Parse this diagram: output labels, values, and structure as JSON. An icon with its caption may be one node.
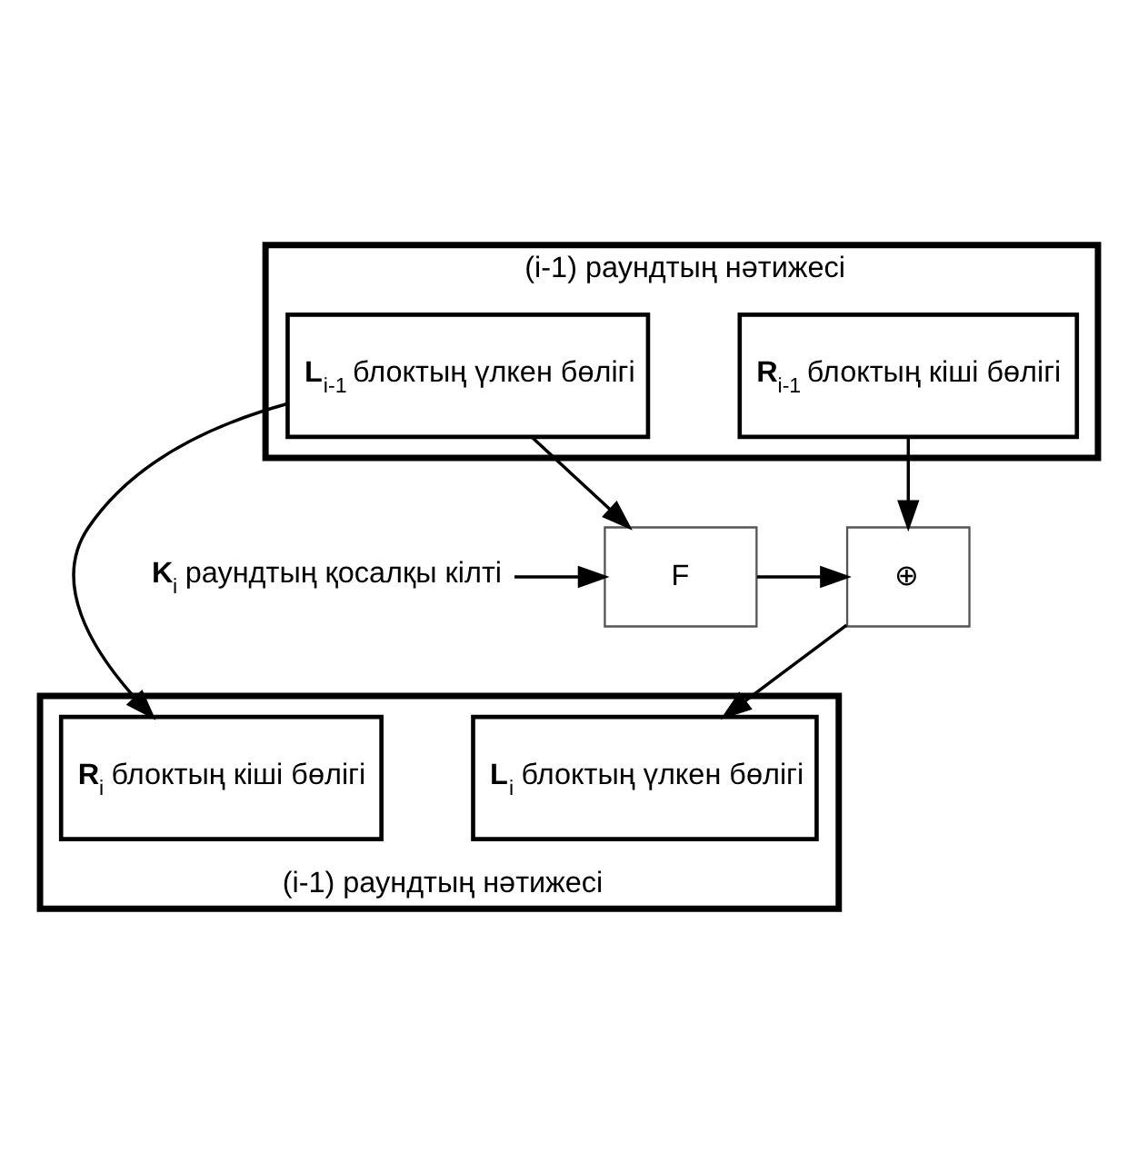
{
  "diagram": {
    "nodes": [
      {
        "text": [
          "(i-1) раундтың нәтижесі"
        ]
      },
      {
        "text": [
          "**L**$_{i-1}$ блоктың үлкен бөлігі"
        ],
        "in": 0
      },
      {
        "text": [
          "**R**$_{i-1}$ блоктың кіші бөлігі"
        ],
        "in": 0
      },
      {
        "text": [
          "**K**$_{i}$ раундтың қосалқы кілті"
        ]
      },
      {
        "text": [
          "F"
        ]
      },
      {
        "text": [
          "⊕"
        ]
      },
      {
        "text": [
          "(i-1) раундтың нәтижесі"
        ]
      },
      {
        "text": [
          "**L**$_{i}$ блоктың үлкен бөлігі"
        ],
        "in": 6
      },
      {
        "text": [
          "**R**$_{i}$ блоктың кіші бөлігі"
        ],
        "in": 6
      }
    ],
    "edges": [
      {
        "from": 1,
        "to": 4,
        "arrow": "to"
      },
      {
        "from": 3,
        "to": 4,
        "arrow": "to"
      },
      {
        "from": 4,
        "to": 5,
        "arrow": "to"
      },
      {
        "from": 2,
        "to": 5,
        "arrow": "to"
      },
      {
        "from": 5,
        "to": 7,
        "arrow": "to"
      },
      {
        "from": 1,
        "to": 8,
        "arrow": "to"
      }
    ]
  }
}
